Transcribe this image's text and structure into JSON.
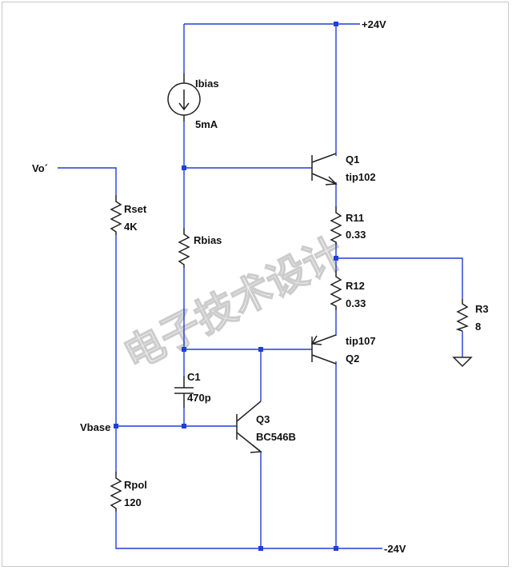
{
  "watermark": "电子技术设计",
  "rails": {
    "positive": "+24V",
    "negative": "-24V"
  },
  "nets": {
    "vo": "Vo´",
    "vbase": "Vbase"
  },
  "components": {
    "ibias": {
      "name": "Ibias",
      "value": "5mA"
    },
    "q1": {
      "name": "Q1",
      "value": "tip102"
    },
    "r11": {
      "name": "R11",
      "value": "0.33"
    },
    "r12": {
      "name": "R12",
      "value": "0.33"
    },
    "r3": {
      "name": "R3",
      "value": "8"
    },
    "q2": {
      "name": "tip107",
      "value": "Q2"
    },
    "rset": {
      "name": "Rset",
      "value": "4K"
    },
    "rbias": {
      "name": "Rbias",
      "value": ""
    },
    "c1": {
      "name": "C1",
      "value": "470p"
    },
    "q3": {
      "name": "Q3",
      "value": "BC546B"
    },
    "rpol": {
      "name": "Rpol",
      "value": "120"
    }
  },
  "colors": {
    "wire": "#1f3fd6",
    "component": "#222222",
    "watermark": "#c4c4c4"
  }
}
